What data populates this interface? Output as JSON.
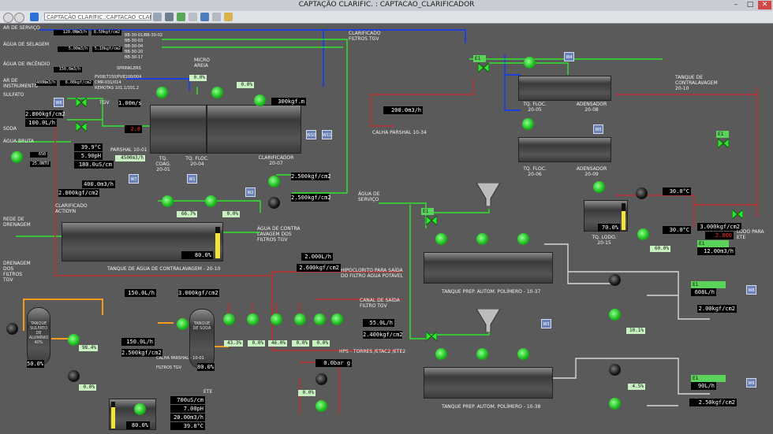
{
  "window": {
    "title": "CAPTAÇÃO CLARIFIC. : CAPTACAO_CLARIFICADOR",
    "minimize": "–",
    "maximize": "□",
    "close": "✕"
  },
  "toolbar": {
    "screen_select": "CAPTAÇÃO CLARIFIC.:CAPTACAO_CLAR",
    "icons": [
      "back-icon",
      "forward-icon",
      "home-icon",
      "print-icon",
      "save-icon",
      "settings-icon",
      "network-icon",
      "zoom-icon",
      "alarm-icon"
    ]
  },
  "left_panel": {
    "ar_servico": {
      "label": "AR DE SERVIÇO",
      "v1": "120.0Nm3/h",
      "v2": "8.50kgf/cm2"
    },
    "agua_selagem": {
      "label": "ÁGUA DE SELAGEM",
      "v1": "5.00m3/h",
      "v2": "5.10kgf/cm2"
    },
    "agua_incendio": {
      "label": "ÁGUA DE INCÊNDIO",
      "v1": "150.0m3/h",
      "sprinklers": "SPRINKLERS"
    },
    "ar_instrumento": {
      "label": "AR DE INSTRUMENTO",
      "v1": "400Nm3/h",
      "v2": "6.00kgf/cm2"
    },
    "bb_list": [
      "BB-30-01/BB-30-02",
      "BB-30-03",
      "BB-30-04",
      "BB-30-20",
      "BB-30-17"
    ],
    "instr_list": [
      "PV08/7150/PV8100/004",
      "CMR-031/014",
      "REMOTAS 101.1/101.2"
    ],
    "sulfato": "SULFATO",
    "soda": "SODA",
    "agua_bruta": "ÁGUA BRUTA",
    "tgv": "TGV",
    "sulfato_vals": [
      "2.800kgf/cm2",
      "100.0L/h"
    ],
    "bruta_vals": [
      "39.9°C",
      "5.90pH",
      "180.0uS/cm"
    ],
    "side_vals": [
      "650",
      "25.0NTU"
    ],
    "small_val": "1.00m/s",
    "val_red": "2.8"
  },
  "parshal": {
    "label": "PARSHAL 10-01",
    "flow": "4500m3/h"
  },
  "coag": {
    "label": "TQ. COAG. 20-01"
  },
  "floc": {
    "label": "TQ. FLOC. 20-04"
  },
  "micro_areia": {
    "label": "MICRO AREIA",
    "pct1": "0.0%",
    "pct2": "0.0%"
  },
  "clarificador": {
    "label": "CLARIFICADOR 20-07",
    "kgf": "300kgf.m",
    "p1": "2.500kgf/cm2",
    "p2": "2.500kgf/cm2"
  },
  "clar_filtros": "CLARIFICADO FILTROS TGV",
  "lavagem_vals": {
    "flow": "400.0m3/h",
    "press": "2.000kgf/cm2",
    "pct1": "66.7%",
    "pct2": "0.0%"
  },
  "contralavagem": {
    "label": "TANQUE DE ÁGUA DE CONTRALAVAGEM - 20-10",
    "level": "80.0%",
    "actidyn": "CLARIFICADO ACTIDYN",
    "rede": "REDE DE DRENAGEM",
    "drenagem": "DRENAGEM DOS FILTROS TGV",
    "agua_contra": "ÁGUA DE CONTRA LAVAGEM DOS FILTROS TGV"
  },
  "hipoclorito": {
    "flow": "2.000L/h",
    "press": "2.600kgf/cm2",
    "label": "HIPOCLORITO PARA SAÍDA DO FILTRO ÁGUA POTÁVEL"
  },
  "dosing_row": {
    "flow": "150.0L/h",
    "press": "3.000kgf/cm2",
    "pcts": [
      "43.3%",
      "0.0%",
      "46.0%",
      "0.0%",
      "0.0%"
    ]
  },
  "canal": {
    "label": "CANAL DE SAÍDA FILTRO TGV",
    "v1": "55.0L/h",
    "v2": "2.400kgf/cm2"
  },
  "hps": {
    "label": "HPS - TORRES /ETAC2 /ETE2",
    "bar": "0.0bar g",
    "pct": "0.0%"
  },
  "sulfato_tank": {
    "label": "TANQUE SULFATO DE ALUMÍNIO 40%",
    "level": "50.0%",
    "pct": "98.4%",
    "flow": "150.0L/h",
    "press": "2.500kgf/cm2",
    "pct2": "0.0%"
  },
  "soda_tank": {
    "label": "TANQUE DE SODA",
    "level": "80.0%",
    "calha": "CALHA PARSHAL - 10-01",
    "filtros": "FILTROS TGV"
  },
  "ete_box": {
    "label": "ETE",
    "cond": "700uS/cm",
    "ph": "7.00pH",
    "flow": "20.00m3/h",
    "temp": "39.8°C",
    "level": "80.0%"
  },
  "calha_parshal": {
    "label": "CALHA PARSHAL 10-34",
    "flow": "200.0m3/h"
  },
  "floc1": {
    "label": "TQ. FLOC. 20-05"
  },
  "floc2": {
    "label": "TQ. FLOC. 20-06"
  },
  "adens1": {
    "label": "ADENSADOR 20-08"
  },
  "adens2": {
    "label": "ADENSADOR 20-09"
  },
  "contralav_right": "TANQUE DE CONTRALAVAGEM 20-10",
  "agua_servico": "ÁGUA DE SERVIÇO",
  "tq_lodo": {
    "label": "TQ. LODO. 20-15",
    "level": "70.0%"
  },
  "lodo_vals": {
    "t1": "30.0°C",
    "t2": "30.0°C",
    "pct": "60.0%"
  },
  "lodo_ete": {
    "label": "LODO PARA ETE",
    "press": "3.000kgf/cm2",
    "red": "2.800",
    "flow": "12.00m3/h"
  },
  "polimero1": {
    "label": "TANQUE PREP. AUTOM. POLÍMERO - 10-37",
    "e1": "E1",
    "flow": "608L/h",
    "press": "2.00kgf/cm2",
    "pct": "10.1%"
  },
  "polimero2": {
    "label": "TANQUE PREP. AUTOM. POLÍMERO - 10-38",
    "e1": "E1",
    "flow": "90L/h",
    "press": "2.50kgf/cm2",
    "pct": "4.5%"
  },
  "badges": [
    "W1",
    "W2",
    "W3",
    "W4",
    "W5",
    "W6",
    "W7",
    "W8",
    "W9",
    "W10",
    "W11"
  ],
  "e1_label": "E1",
  "colors": {
    "background": "#5a5a5a",
    "pipe_green": "#2ee62e",
    "pipe_red": "#c03030",
    "pipe_blue": "#1f3fd8",
    "pipe_white": "#d8d8d8",
    "pipe_orange": "#f59a1a"
  }
}
